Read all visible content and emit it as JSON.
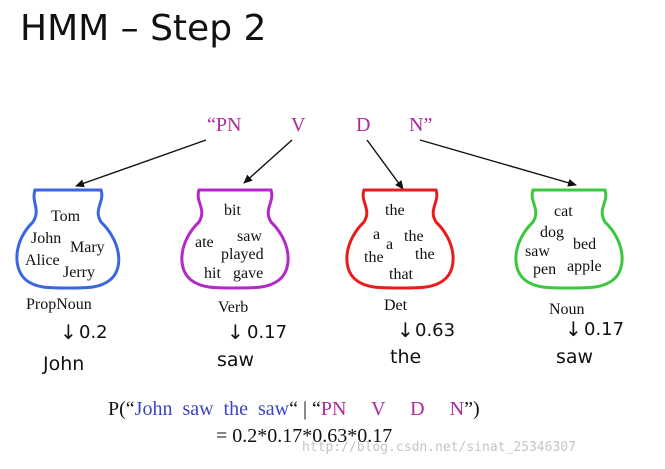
{
  "title": "HMM – Step 2",
  "tag_sequence": {
    "open_quote": "“",
    "close_quote": "”",
    "tags": [
      "PN",
      "V",
      "D",
      "N"
    ],
    "color": "#b0289a"
  },
  "urns": [
    {
      "label": "PropNoun",
      "color": "#3a66e0",
      "words": [
        "Tom",
        "John",
        "Mary",
        "Alice",
        "Jerry"
      ],
      "prob": "0.2",
      "emitted": "John"
    },
    {
      "label": "Verb",
      "color": "#b427c8",
      "words": [
        "bit",
        "saw",
        "ate",
        "played",
        "hit",
        "gave"
      ],
      "prob": "0.17",
      "emitted": "saw"
    },
    {
      "label": "Det",
      "color": "#e81c1c",
      "words": [
        "the",
        "a",
        "the",
        "a",
        "the",
        "the",
        "that"
      ],
      "prob": "0.63",
      "emitted": "the"
    },
    {
      "label": "Noun",
      "color": "#3cc83c",
      "words": [
        "cat",
        "dog",
        "bed",
        "saw",
        "pen",
        "apple"
      ],
      "prob": "0.17",
      "emitted": "saw"
    }
  ],
  "arrow_glyph": "↓",
  "probability": {
    "prefix": "P(“",
    "sentence": "John  saw  the  saw",
    "middle": "“ | “",
    "tags": "PN     V     D     N",
    "suffix": "”)",
    "equation": "= 0.2*0.17*0.63*0.17"
  },
  "watermark": "http://blog.csdn.net/sinat_25346307"
}
